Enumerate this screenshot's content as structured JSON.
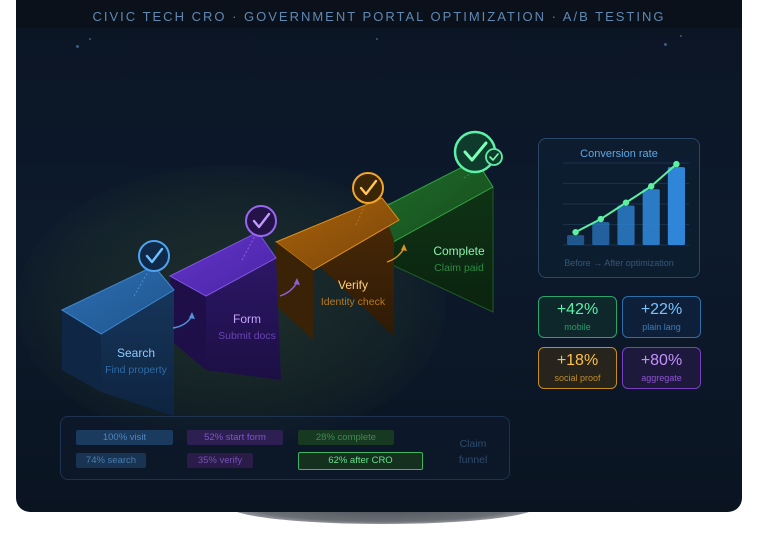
{
  "header": {
    "title": "CIVIC TECH CRO · GOVERNMENT PORTAL OPTIMIZATION · A/B TESTING"
  },
  "steps": [
    {
      "name": "Search",
      "subtitle": "Find property",
      "color": "#2f6fb3"
    },
    {
      "name": "Form",
      "subtitle": "Submit docs",
      "color": "#5b32c2"
    },
    {
      "name": "Verify",
      "subtitle": "Identity check",
      "color": "#c77f12"
    },
    {
      "name": "Complete",
      "subtitle": "Claim paid",
      "color": "#2e8a3c"
    }
  ],
  "chart": {
    "title": "Conversion rate",
    "footer": "Before → After optimization",
    "bar_color": "#2f86d8",
    "line_color": "#5df0a0"
  },
  "chart_data": {
    "type": "bar",
    "title": "Conversion rate",
    "xlabel": "Before → After optimization",
    "ylabel": "",
    "series": [
      {
        "values": [
          12,
          28,
          48,
          68,
          95
        ]
      }
    ],
    "ylim": [
      0,
      100
    ],
    "grid": true,
    "overlay_line": true
  },
  "kpis": [
    {
      "value": "+42%",
      "label": "mobile"
    },
    {
      "value": "+22%",
      "label": "plain lang"
    },
    {
      "value": "+18%",
      "label": "social proof"
    },
    {
      "value": "+80%",
      "label": "aggregate"
    }
  ],
  "funnel": {
    "chips": [
      "100% visit",
      "52% start form",
      "28% complete",
      "74% search",
      "35% verify",
      "62% after CRO"
    ],
    "label_line1": "Claim",
    "label_line2": "funnel"
  }
}
